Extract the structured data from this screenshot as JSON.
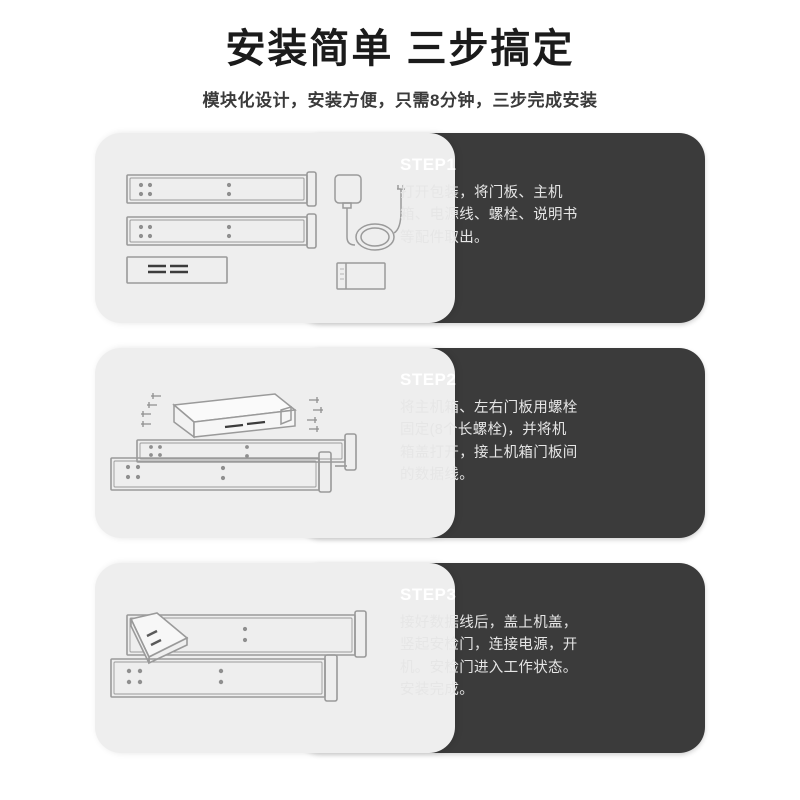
{
  "header": {
    "title": "安装简单 三步搞定",
    "subtitle": "模块化设计，安装方便，只需8分钟，三步完成安装"
  },
  "colors": {
    "dark_panel": "#3b3b3b",
    "light_panel": "#eeeeee",
    "title_text": "#1b1b1b",
    "body_text": "#e6e6e6",
    "line_art": "#9a9a9a"
  },
  "steps": [
    {
      "label": "STEP1",
      "description": "打开包装，将门板、主机箱、电源线、螺栓、说明书等配件取出。",
      "illustration": "parts-laid-out"
    },
    {
      "label": "STEP2",
      "description": "将主机箱、左右门板用螺栓固定(8个长螺栓)，并将机箱盖打开，接上机箱门板间的数据线。",
      "illustration": "chassis-and-panels-with-bolts"
    },
    {
      "label": "STEP3",
      "description": "接好数据线后，盖上机盖，竖起安检门，连接电源，开机。安检门进入工作状态。安装完成。",
      "illustration": "assembled-gate-panels"
    }
  ]
}
